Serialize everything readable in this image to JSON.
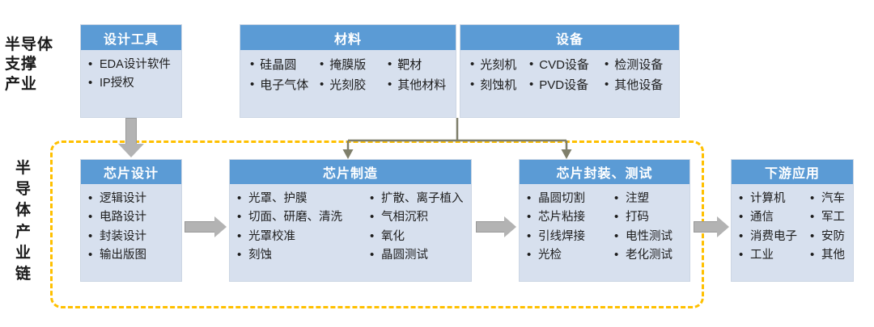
{
  "diagram": {
    "title_support": "半导体\n支撑\n产业",
    "title_chain": "半导体产业链"
  },
  "labels": {
    "support_line1": "半导体",
    "support_line2": "支撑",
    "support_line3": "产业",
    "chain_vertical": "半导体产业链"
  },
  "colors": {
    "header_blue": "#5B9BD5",
    "body_fill": "#D7E0EE",
    "dashed_border": "#FFC000",
    "arrow_gray": "#B3B3B3",
    "connector_line": "#7F7F6B"
  },
  "top_row": [
    {
      "id": "design-tools",
      "header": "设计工具",
      "items": [
        "EDA设计软件",
        "IP授权"
      ]
    },
    {
      "id": "materials",
      "header": "材料",
      "rows": [
        [
          "硅晶圆",
          "掩膜版",
          "靶材"
        ],
        [
          "电子气体",
          "光刻胶",
          "其他材料"
        ]
      ]
    },
    {
      "id": "equipment",
      "header": "设备",
      "rows": [
        [
          "光刻机",
          "CVD设备",
          "检测设备"
        ],
        [
          "刻蚀机",
          "PVD设备",
          "其他设备"
        ]
      ]
    }
  ],
  "bottom_row": [
    {
      "id": "chip-design",
      "header": "芯片设计",
      "col1": [
        "逻辑设计",
        "电路设计",
        "封装设计",
        "输出版图"
      ],
      "col2": []
    },
    {
      "id": "chip-manufacture",
      "header": "芯片制造",
      "col1": [
        "光罩、护膜",
        "切面、研磨、清洗",
        "光罩校准",
        "刻蚀"
      ],
      "col2": [
        "扩散、离子植入",
        "气相沉积",
        "氧化",
        "晶圆测试"
      ]
    },
    {
      "id": "chip-package-test",
      "header": "芯片封装、测试",
      "col1": [
        "晶圆切割",
        "芯片粘接",
        "引线焊接",
        "光检"
      ],
      "col2": [
        "注塑",
        "打码",
        "电性测试",
        "老化测试"
      ]
    },
    {
      "id": "downstream",
      "header": "下游应用",
      "col1": [
        "计算机",
        "通信",
        "消费电子",
        "工业"
      ],
      "col2": [
        "汽车",
        "军工",
        "安防",
        "其他"
      ]
    }
  ]
}
